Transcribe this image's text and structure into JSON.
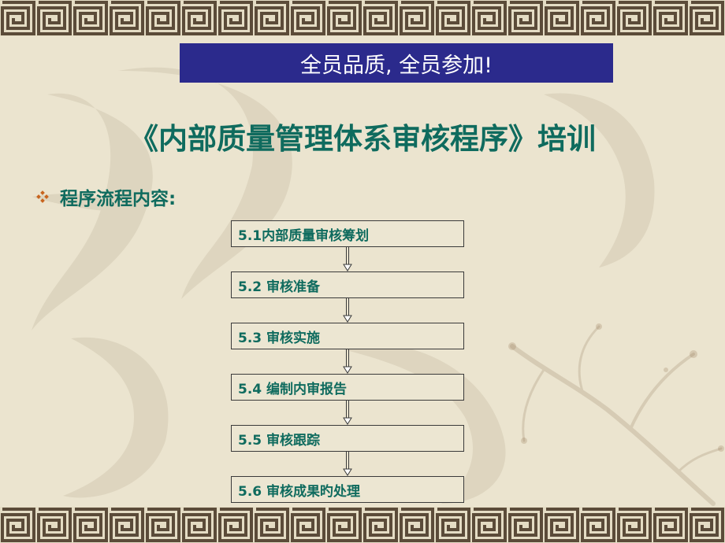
{
  "banner": {
    "text": "全员品质, 全员参加!"
  },
  "title": "《内部质量管理体系审核程序》培训",
  "bullet": {
    "text": "程序流程内容:"
  },
  "steps": [
    "5.1内部质量审核筹划",
    "5.2 审核准备",
    "5.3 审核实施",
    "5.4 编制内审报告",
    "5.5 审核跟踪",
    "5.6 审核成果旳处理"
  ],
  "colors": {
    "background": "#ebe4cf",
    "banner_bg": "#2b2a8c",
    "banner_text": "#ffffff",
    "teal_text": "#0f6b5e",
    "bullet_orange": "#c8641e",
    "border_band": "#5b4b39"
  }
}
